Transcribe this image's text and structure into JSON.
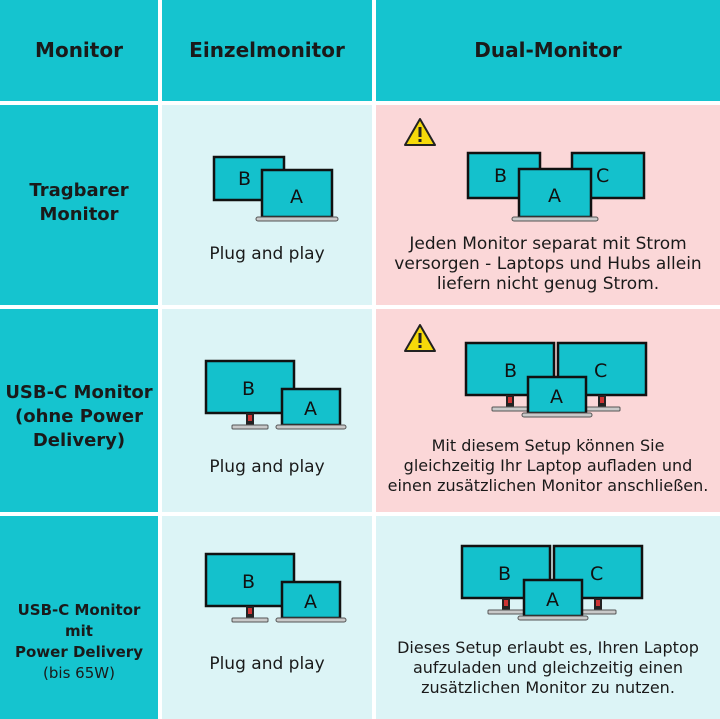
{
  "header": {
    "col1": "Monitor",
    "col2": "Einzelmonitor",
    "col3": "Dual-Monitor"
  },
  "rows": [
    {
      "label": [
        "Tragbarer",
        "Monitor"
      ],
      "single_caption": "Plug and play",
      "dual_caption": [
        "Jeden Monitor separat mit Strom",
        "versorgen - Laptops und Hubs allein",
        "liefern nicht genug Strom."
      ],
      "warning": true
    },
    {
      "label": [
        "USB-C Monitor",
        "(ohne Power",
        "Delivery)"
      ],
      "single_caption": "Plug and play",
      "dual_caption": [
        "Mit diesem Setup können Sie",
        "gleichzeitig Ihr Laptop aufladen und",
        "einen zusätzlichen Monitor anschließen."
      ],
      "warning": true
    },
    {
      "label": [
        "USB-C Monitor mit",
        "Power Delivery",
        "(bis 65W)"
      ],
      "single_caption": "Plug and play",
      "dual_caption": [
        "Dieses Setup erlaubt es, Ihren Laptop",
        "aufzuladen und gleichzeitig einen",
        "zusätzlichen Monitor zu nutzen."
      ],
      "warning": false
    }
  ],
  "screen_letters": {
    "a": "A",
    "b": "B",
    "c": "C"
  },
  "icons": {
    "warning": "warning-triangle-icon"
  },
  "colors": {
    "teal": "#15c4cf",
    "light_cyan": "#dcf4f6",
    "pink": "#fbd7d8",
    "warning_yellow": "#f5d90a"
  }
}
